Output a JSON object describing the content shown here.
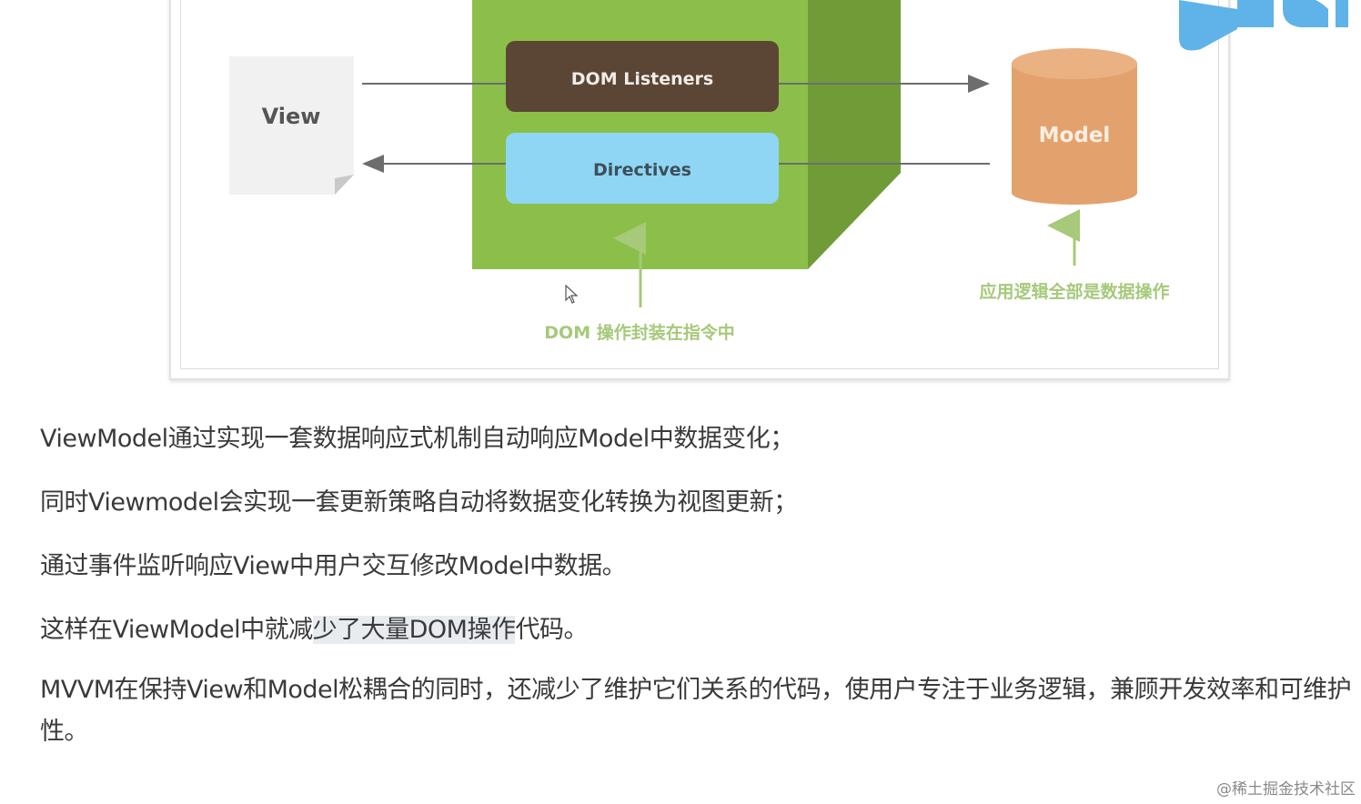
{
  "diagram": {
    "view_label": "View",
    "model_label": "Model",
    "dom_listeners_label": "DOM Listeners",
    "directives_label": "Directives",
    "dom_caption": "DOM 操作封装在指令中",
    "model_caption": "应用逻辑全部是数据操作",
    "colors": {
      "cube_front": "#8cbf4a",
      "cube_side": "#6f9c37",
      "listeners_bg": "#5b4636",
      "directives_bg": "#8fd6f5",
      "model_body": "#e3a26d",
      "model_top": "#eab283",
      "view_bg": "#f1f1f1",
      "caption_green": "#a6c97a",
      "arrow": "#6d6d6d"
    }
  },
  "paragraphs": {
    "p1": "ViewModel通过实现一套数据响应式机制自动响应Model中数据变化；",
    "p2": "同时Viewmodel会实现一套更新策略自动将数据变化转换为视图更新；",
    "p3": "通过事件监听响应View中用户交互修改Model中数据。",
    "p4_before": "这样在ViewModel中就减",
    "p4_highlight": "少了大量DOM操作",
    "p4_after": "代码。",
    "p5": "MVVM在保持View和Model松耦合的同时，还减少了维护它们关系的代码，使用户专注于业务逻辑，兼顾开发效率和可维护性。"
  },
  "watermark": "@稀土掘金技术社区"
}
